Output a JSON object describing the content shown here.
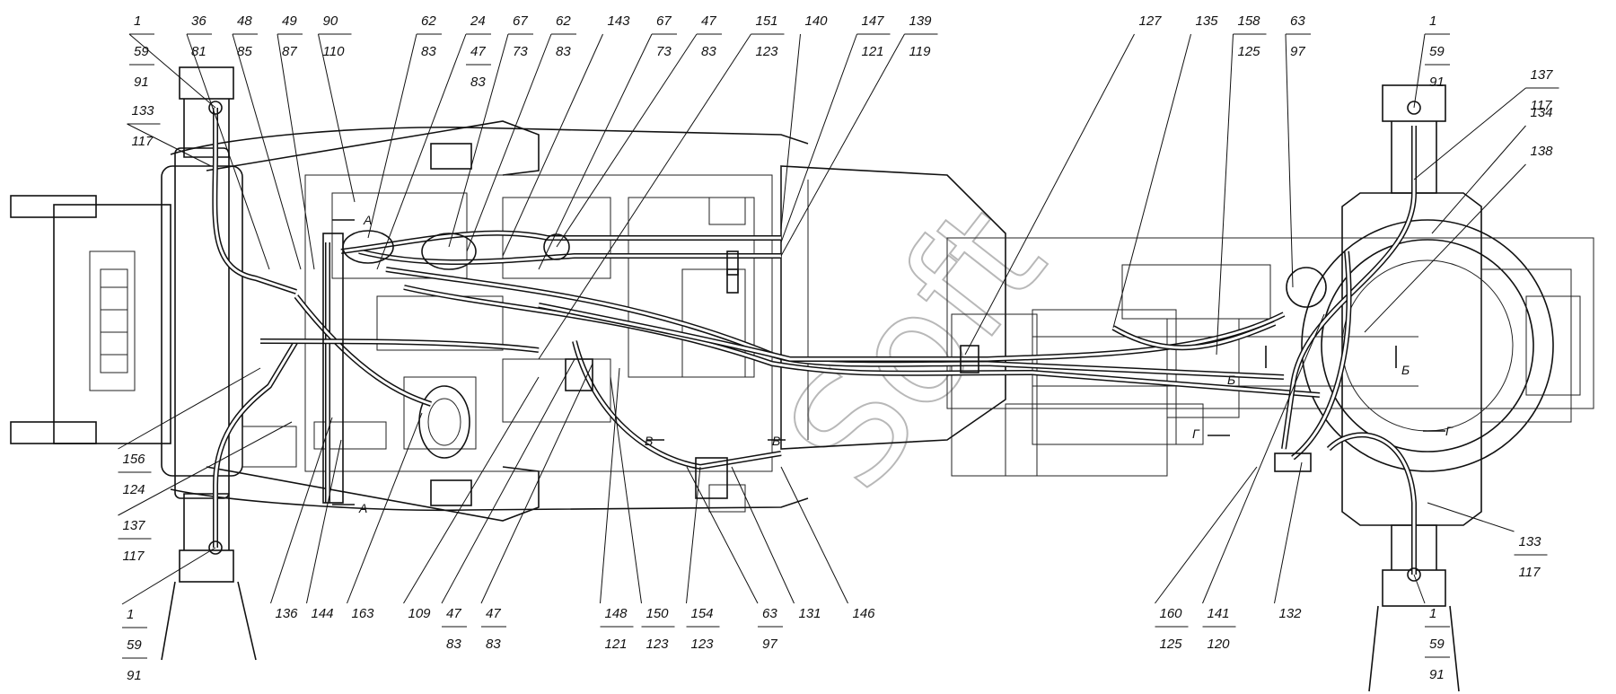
{
  "watermark": "Soft",
  "callouts": [
    {
      "id": "c01",
      "top": "1",
      "mid": "59",
      "bot": "91"
    },
    {
      "id": "c02",
      "top": "36",
      "mid": "81",
      "bot": ""
    },
    {
      "id": "c03",
      "top": "48",
      "mid": "85",
      "bot": ""
    },
    {
      "id": "c04",
      "top": "49",
      "mid": "87",
      "bot": ""
    },
    {
      "id": "c05",
      "top": "90",
      "mid": "110",
      "bot": ""
    },
    {
      "id": "c06",
      "top": "62",
      "mid": "83",
      "bot": ""
    },
    {
      "id": "c07",
      "top": "24",
      "mid": "47",
      "bot": "83"
    },
    {
      "id": "c08",
      "top": "67",
      "mid": "73",
      "bot": ""
    },
    {
      "id": "c09",
      "top": "62",
      "mid": "83",
      "bot": ""
    },
    {
      "id": "c10",
      "top": "143",
      "mid": "",
      "bot": ""
    },
    {
      "id": "c11",
      "top": "67",
      "mid": "73",
      "bot": ""
    },
    {
      "id": "c12",
      "top": "47",
      "mid": "83",
      "bot": ""
    },
    {
      "id": "c13",
      "top": "151",
      "mid": "123",
      "bot": ""
    },
    {
      "id": "c14",
      "top": "140",
      "mid": "",
      "bot": ""
    },
    {
      "id": "c15",
      "top": "147",
      "mid": "121",
      "bot": ""
    },
    {
      "id": "c16",
      "top": "139",
      "mid": "119",
      "bot": ""
    },
    {
      "id": "c17",
      "top": "127",
      "mid": "",
      "bot": ""
    },
    {
      "id": "c18",
      "top": "135",
      "mid": "",
      "bot": ""
    },
    {
      "id": "c19",
      "top": "158",
      "mid": "125",
      "bot": ""
    },
    {
      "id": "c20",
      "top": "63",
      "mid": "97",
      "bot": ""
    },
    {
      "id": "c21",
      "top": "1",
      "mid": "59",
      "bot": "91"
    },
    {
      "id": "c22",
      "top": "137",
      "mid": "117",
      "bot": ""
    },
    {
      "id": "c23",
      "top": "134",
      "mid": "",
      "bot": ""
    },
    {
      "id": "c24",
      "top": "138",
      "mid": "",
      "bot": ""
    },
    {
      "id": "c25",
      "top": "133",
      "mid": "117",
      "bot": ""
    },
    {
      "id": "c26",
      "top": "156",
      "mid": "124",
      "bot": ""
    },
    {
      "id": "c27",
      "top": "137",
      "mid": "117",
      "bot": ""
    },
    {
      "id": "c28",
      "top": "1",
      "mid": "59",
      "bot": "91"
    },
    {
      "id": "c29",
      "top": "136",
      "mid": "",
      "bot": ""
    },
    {
      "id": "c30",
      "top": "144",
      "mid": "",
      "bot": ""
    },
    {
      "id": "c31",
      "top": "163",
      "mid": "",
      "bot": ""
    },
    {
      "id": "c32",
      "top": "109",
      "mid": "",
      "bot": ""
    },
    {
      "id": "c33",
      "top": "47",
      "mid": "83",
      "bot": ""
    },
    {
      "id": "c34",
      "top": "47",
      "mid": "83",
      "bot": ""
    },
    {
      "id": "c35",
      "top": "148",
      "mid": "121",
      "bot": ""
    },
    {
      "id": "c36",
      "top": "150",
      "mid": "123",
      "bot": ""
    },
    {
      "id": "c37",
      "top": "154",
      "mid": "123",
      "bot": ""
    },
    {
      "id": "c38",
      "top": "63",
      "mid": "97",
      "bot": ""
    },
    {
      "id": "c39",
      "top": "131",
      "mid": "",
      "bot": ""
    },
    {
      "id": "c40",
      "top": "146",
      "mid": "",
      "bot": ""
    },
    {
      "id": "c41",
      "top": "160",
      "mid": "125",
      "bot": ""
    },
    {
      "id": "c42",
      "top": "141",
      "mid": "120",
      "bot": ""
    },
    {
      "id": "c43",
      "top": "132",
      "mid": "",
      "bot": ""
    },
    {
      "id": "c44",
      "top": "1",
      "mid": "59",
      "bot": "91"
    },
    {
      "id": "c45",
      "top": "133",
      "mid": "117",
      "bot": ""
    }
  ],
  "section_marks": {
    "a_top": "A",
    "a_bottom": "A",
    "b_left": "Б",
    "b_right": "Б",
    "v_left": "В",
    "v_right": "В",
    "g_left": "Г",
    "g_right": "Г"
  }
}
